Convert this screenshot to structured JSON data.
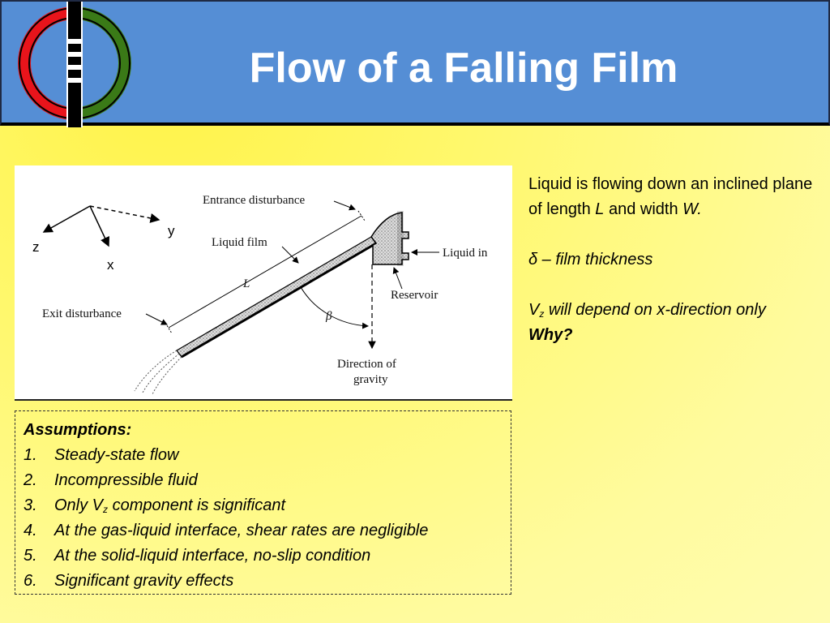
{
  "title": "Flow of a Falling Film",
  "diagram": {
    "axes": {
      "x": "x",
      "y": "y",
      "z": "z"
    },
    "labels": {
      "entrance": "Entrance disturbance",
      "film": "Liquid film",
      "length": "L",
      "exit": "Exit disturbance",
      "liquid_in": "Liquid in",
      "reservoir": "Reservoir",
      "beta": "β",
      "gravity1": "Direction of",
      "gravity2": "gravity"
    }
  },
  "intro": {
    "line1": "Liquid is flowing down an inclined plane of length ",
    "L": "L",
    "mid": " and width ",
    "W": "W.",
    "delta": "δ – film thickness",
    "vz_v": "V",
    "vz_sub": "z",
    "vz_rest": " will depend on x-direction only",
    "why": "Why?"
  },
  "assumptions": {
    "heading": "Assumptions:",
    "items": [
      {
        "num": "1.",
        "text": "Steady-state flow"
      },
      {
        "num": "2.",
        "text": "Incompressible fluid"
      },
      {
        "num": "3.",
        "pre": "Only V",
        "sub": "z",
        "post": " component is significant"
      },
      {
        "num": "4.",
        "text": "At the gas-liquid interface, shear rates are negligible"
      },
      {
        "num": "5.",
        "text": "At the solid-liquid interface, no-slip condition"
      },
      {
        "num": "6.",
        "text": "Significant gravity effects"
      }
    ]
  },
  "colors": {
    "header": "#558ed5",
    "logo_red": "#e8141b",
    "logo_green": "#3a7a17",
    "background": "#fff86e"
  }
}
